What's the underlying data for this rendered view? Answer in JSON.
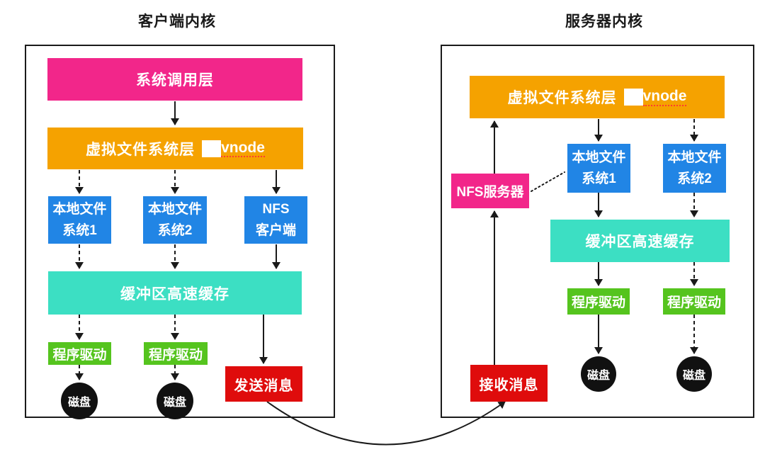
{
  "titles": {
    "client": "客户端内核",
    "server": "服务器内核"
  },
  "client": {
    "syscall_layer": "系统调用层",
    "vfs_layer": "虚拟文件系统层",
    "vnode": "vnode",
    "local_fs1": [
      "本地文件",
      "系统1"
    ],
    "local_fs2": [
      "本地文件",
      "系统2"
    ],
    "nfs_client": [
      "NFS",
      "客户端"
    ],
    "buffer_cache": "缓冲区高速缓存",
    "driver1": "程序驱动",
    "driver2": "程序驱动",
    "disk1": "磁盘",
    "disk2": "磁盘",
    "send_message": "发送消息"
  },
  "server": {
    "vfs_layer": "虚拟文件系统层",
    "vnode": "vnode",
    "nfs_server": "NFS服务器",
    "local_fs1": [
      "本地文件",
      "系统1"
    ],
    "local_fs2": [
      "本地文件",
      "系统2"
    ],
    "buffer_cache": "缓冲区高速缓存",
    "driver1": "程序驱动",
    "driver2": "程序驱动",
    "disk1": "磁盘",
    "disk2": "磁盘",
    "receive_message": "接收消息"
  },
  "colors": {
    "magenta": "#F2268A",
    "orange": "#F5A200",
    "blue": "#2185E5",
    "teal": "#3CDFC3",
    "green": "#55C41E",
    "red": "#DF0C0C",
    "disk_black": "#111111",
    "line": "#1A1A1A",
    "vnode_underline": "#FF3B30"
  }
}
